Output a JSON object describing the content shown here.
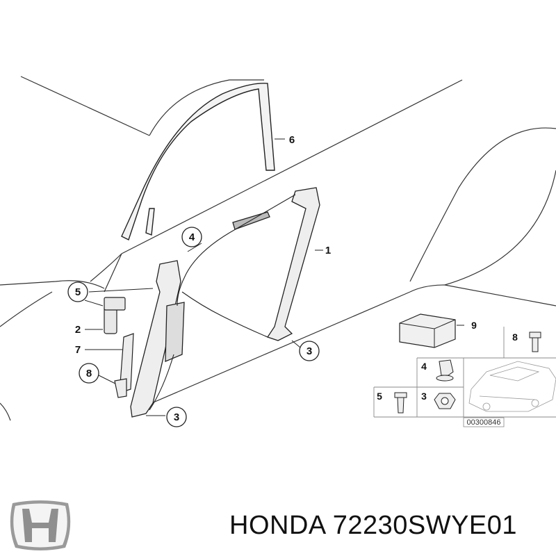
{
  "callouts": {
    "c1": "1",
    "c3a": "3",
    "c3b": "3",
    "c4": "4",
    "c5": "5",
    "c2": "2",
    "c6": "6",
    "c7": "7",
    "c8": "8"
  },
  "legend": {
    "p9": "9",
    "p8": "8",
    "p4": "4",
    "p5": "5",
    "p3": "3",
    "ref_code": "00300846"
  },
  "brand": {
    "caption": "HONDA 72230SWYE01",
    "logo_icon": "honda-h-logo"
  }
}
